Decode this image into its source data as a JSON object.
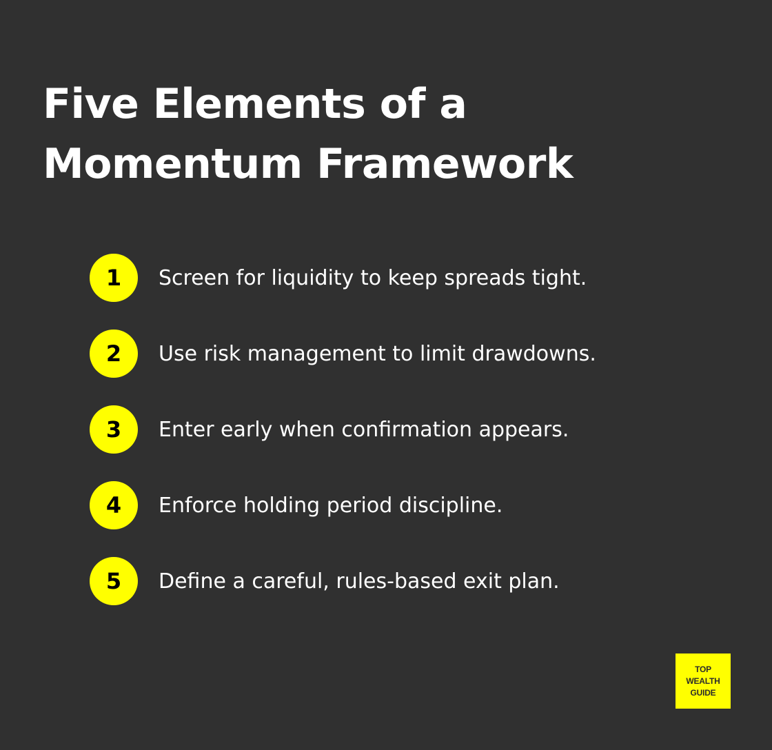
{
  "title": "Five Elements of a Momentum Framework",
  "colors": {
    "background": "#303030",
    "accent": "#ffff00",
    "text": "#ffffff"
  },
  "items": [
    {
      "number": "1",
      "text": "Screen for liquidity to keep spreads tight."
    },
    {
      "number": "2",
      "text": "Use risk management to limit drawdowns."
    },
    {
      "number": "3",
      "text": "Enter early when confirmation appears."
    },
    {
      "number": "4",
      "text": "Enforce holding period discipline."
    },
    {
      "number": "5",
      "text": "Define a careful, rules-based exit plan."
    }
  ],
  "logo": {
    "line1": "TOP",
    "line2": "WEALTH",
    "line3": "GUIDE"
  }
}
